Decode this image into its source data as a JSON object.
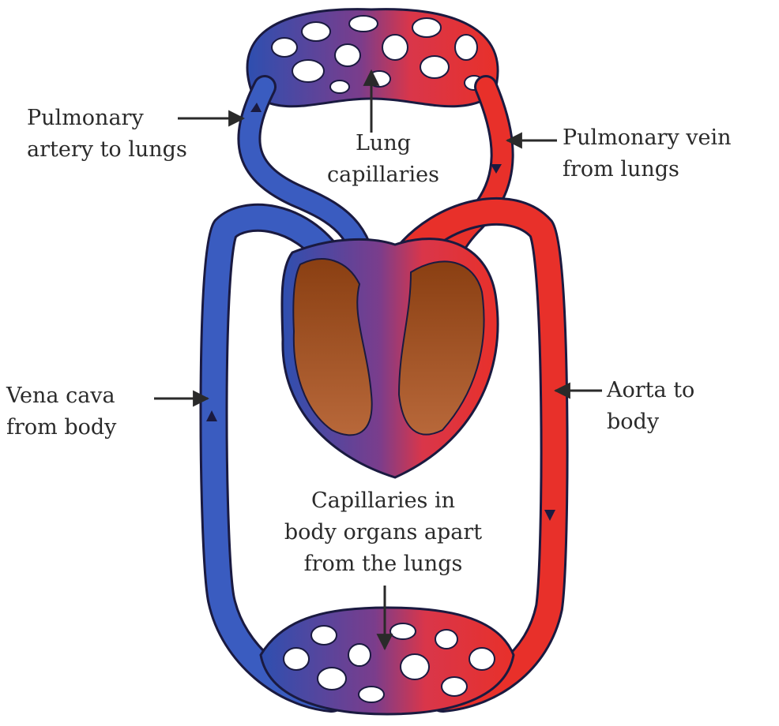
{
  "title": "Double circulation of blood",
  "labels": {
    "pulmonary_artery": [
      "Pulmonary",
      "artery to lungs"
    ],
    "lung_capillaries": [
      "Lung",
      "capillaries"
    ],
    "pulmonary_vein": [
      "Pulmonary vein",
      "from lungs"
    ],
    "vena_cava": [
      "Vena cava",
      "from body"
    ],
    "aorta": [
      "Aorta to",
      "body"
    ],
    "body_capillaries": [
      "Capillaries in",
      "body organs apart",
      "from the lungs"
    ]
  },
  "colors": {
    "deoxygenated": "#2e4fb0",
    "oxygenated": "#e8302a",
    "mixed": "#7a3d8c",
    "heart_chamber": "#9a4a1c",
    "text": "#2a2a2a"
  }
}
